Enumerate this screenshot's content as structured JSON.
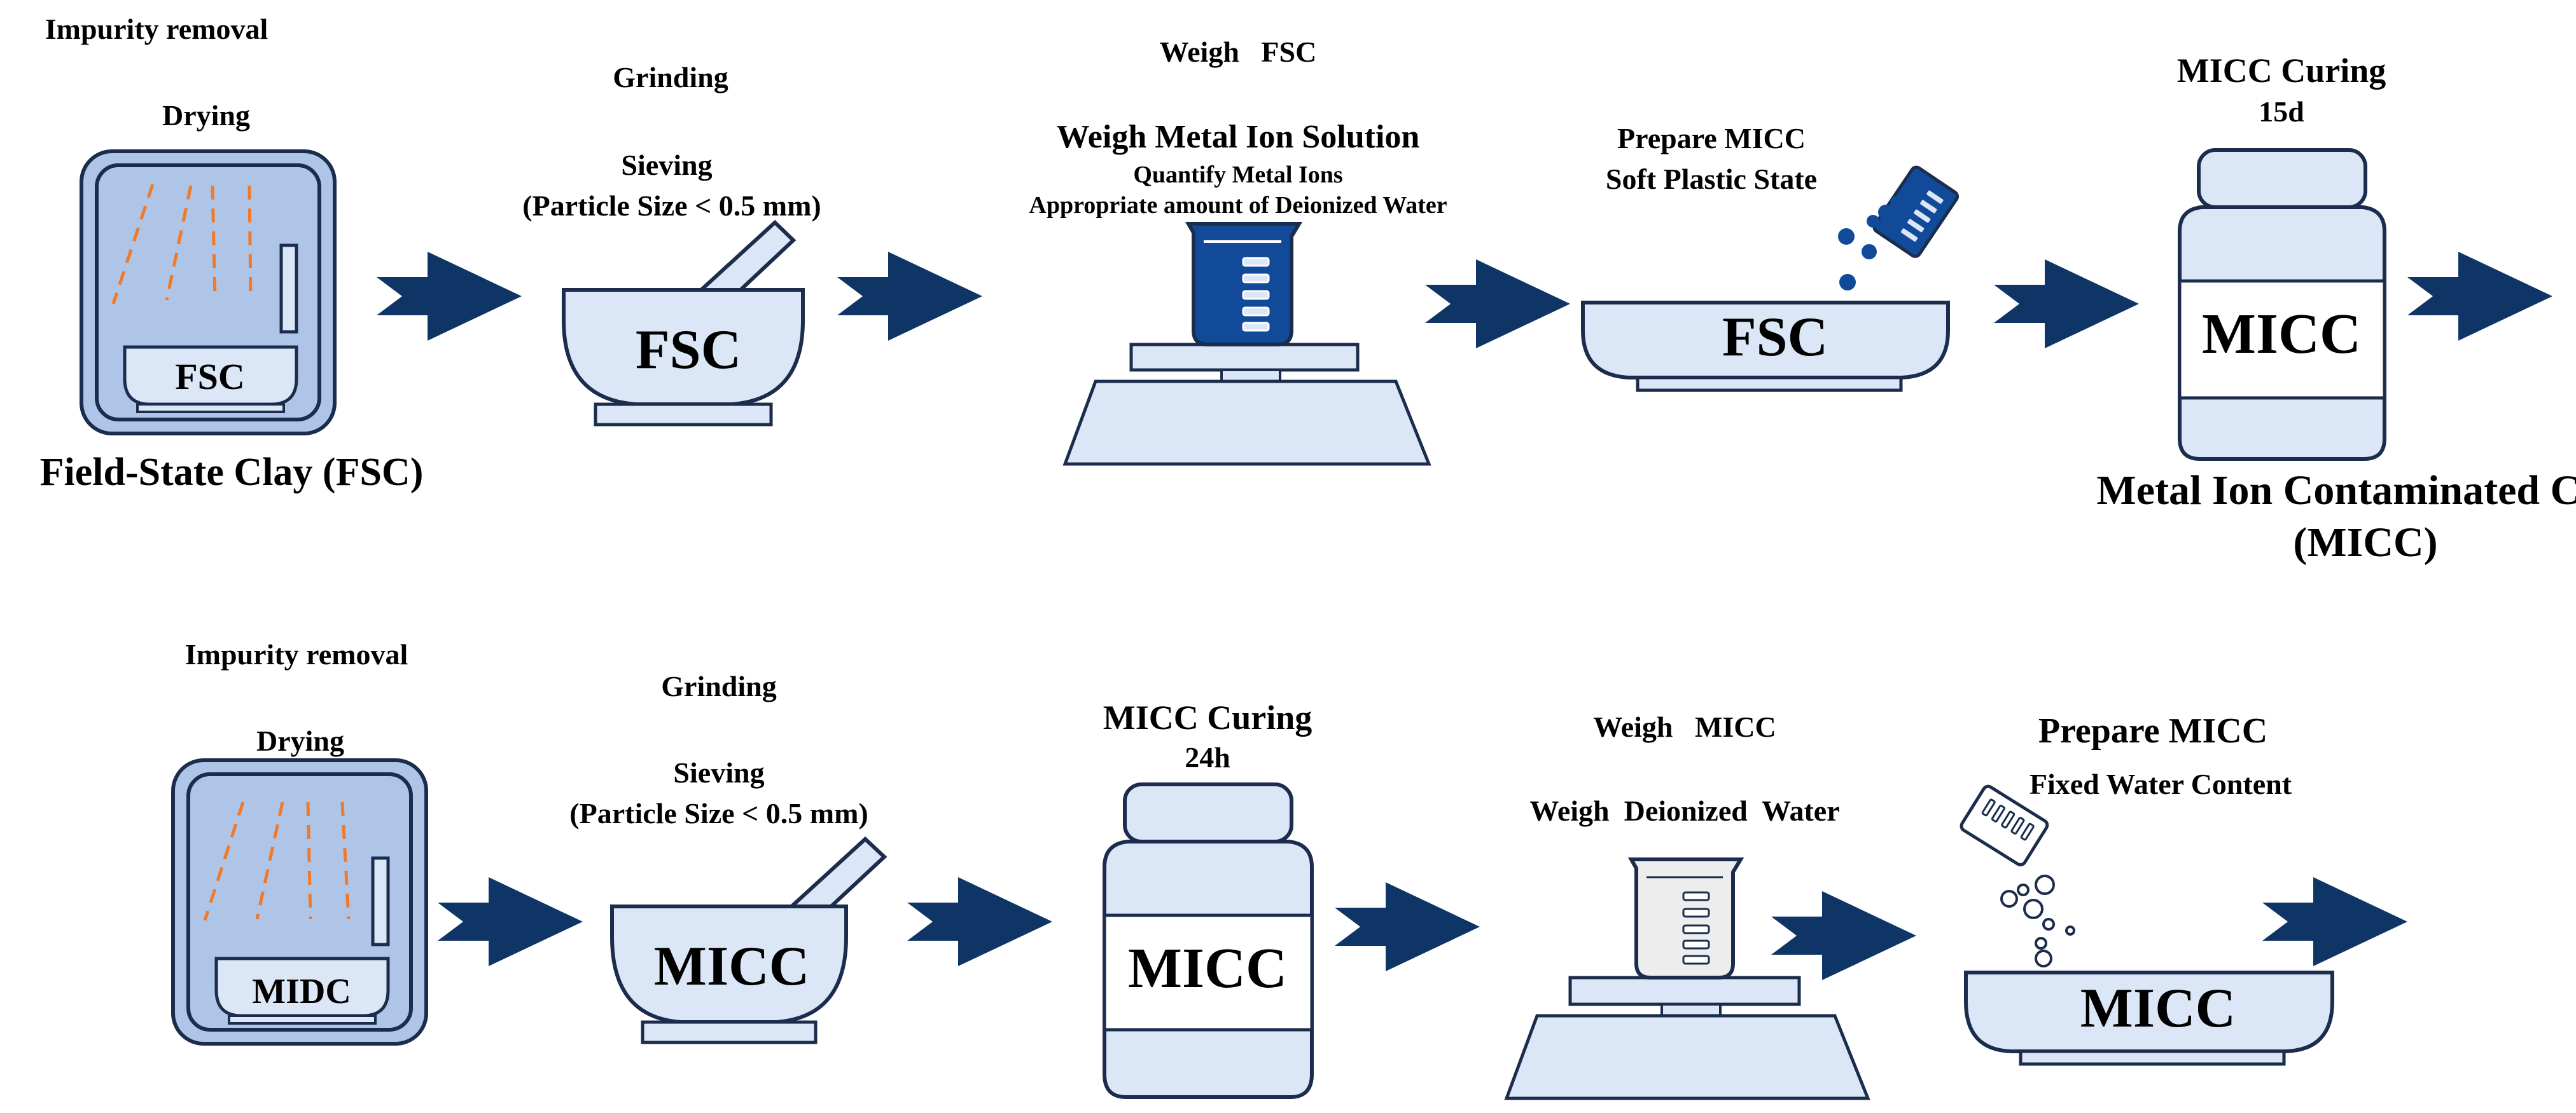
{
  "top_row": {
    "step1": {
      "title": "Impurity removal",
      "subtitle": "Drying",
      "container_label": "FSC",
      "caption": "Field-State Clay (FSC)"
    },
    "step2": {
      "title": "Grinding",
      "subtitle": "Sieving",
      "detail": "(Particle Size < 0.5 mm)",
      "mortar_label": "FSC"
    },
    "step3": {
      "title": "Weigh   FSC",
      "subtitle": "Weigh Metal Ion Solution",
      "detail1": "Quantify Metal Ions",
      "detail2": "Appropriate amount of Deionized Water"
    },
    "step4": {
      "title": "Prepare MICC",
      "subtitle": "Soft Plastic State",
      "bowl_label": "FSC"
    },
    "step5": {
      "title": "MICC Curing",
      "duration": "15d",
      "jar_label": "MICC",
      "caption_line1": "Metal Ion Contaminated Clay",
      "caption_line2": "(MICC)"
    }
  },
  "bottom_row": {
    "step1": {
      "title": "Impurity removal",
      "subtitle": "Drying",
      "container_label": "MIDC"
    },
    "step2": {
      "title": "Grinding",
      "subtitle": "Sieving",
      "detail": "(Particle Size < 0.5 mm)",
      "mortar_label": "MICC"
    },
    "step3": {
      "title": "MICC Curing",
      "duration": "24h",
      "jar_label": "MICC"
    },
    "step4": {
      "title": "Weigh   MICC",
      "subtitle": "Weigh  Deionized  Water"
    },
    "step5": {
      "title": "Prepare MICC",
      "subtitle": "Fixed Water Content",
      "bowl_label": "MICC"
    }
  },
  "colors": {
    "arrow": "#0f3566",
    "light_fill": "#dbe6f6",
    "oven_fill": "#afc5e8",
    "dark_blue": "#124a9a",
    "heat_lines": "#f07a2a",
    "outline": "#1b2c4c"
  },
  "icons": [
    "oven-icon",
    "mortar-pestle-icon",
    "beaker-icon",
    "balance-scale-icon",
    "mixing-bowl-icon",
    "storage-jar-icon",
    "pouring-beaker-icon",
    "flow-arrow-icon"
  ]
}
